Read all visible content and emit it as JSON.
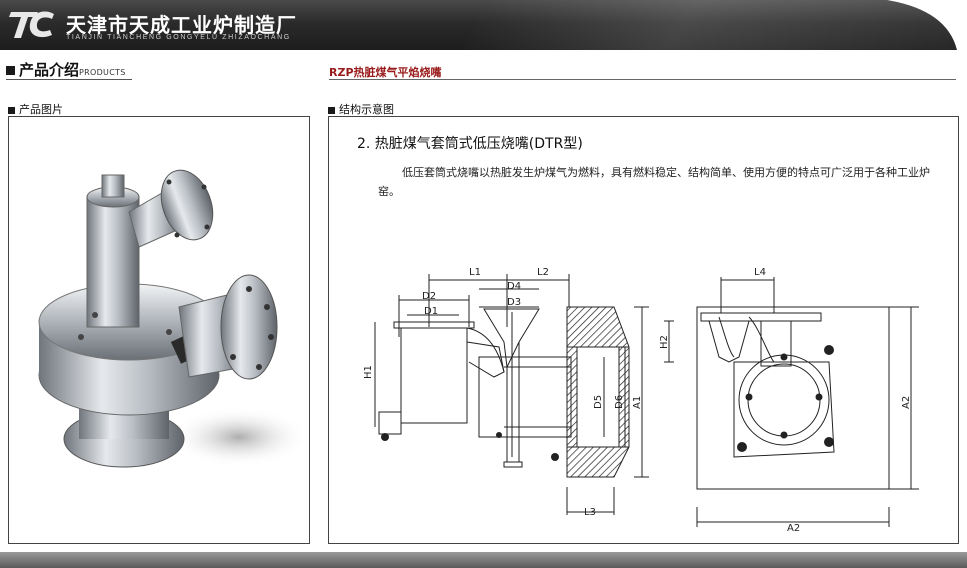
{
  "header": {
    "logo_text": "TC",
    "company_name": "天津市天成工业炉制造厂",
    "company_pinyin": "TIANJIN TIANCHENG GONGYELU ZHIZAOCHANG"
  },
  "nav": {
    "products_title": "产品介绍",
    "products_en": "PRODUCTS"
  },
  "product": {
    "title": "RZP热脏煤气平焰烧嘴"
  },
  "left_panel": {
    "label": "产品图片"
  },
  "right_panel": {
    "label": "结构示意图",
    "heading": "2. 热脏煤气套筒式低压烧嘴(DTR型)",
    "description": "低压套筒式烧嘴以热脏发生炉煤气为燃料，具有燃料稳定、结构简单、使用方便的特点可广泛用于各种工业炉窑。"
  },
  "diagram_labels": {
    "l1": "L1",
    "l2": "L2",
    "l3": "L3",
    "l4": "L4",
    "d1": "D1",
    "d2": "D2",
    "d3": "D3",
    "d4": "D4",
    "d5": "D5",
    "d6": "D6",
    "a1": "A1",
    "a2_right": "A2",
    "a2_bottom": "A2",
    "h1": "H1",
    "h2": "H2"
  },
  "colors": {
    "header_dark": "#1d1d1d",
    "title_red": "#9a1b1b"
  }
}
